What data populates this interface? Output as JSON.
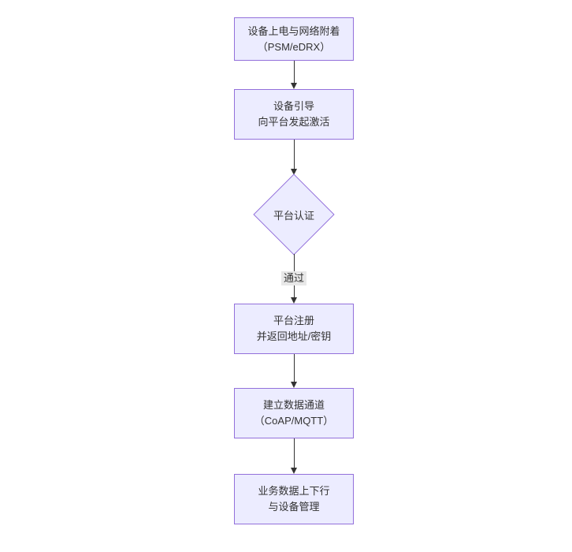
{
  "diagram": {
    "type": "flowchart",
    "direction": "top-down",
    "nodes": [
      {
        "id": "power-attach",
        "shape": "rect",
        "lines": [
          "设备上电与网络附着",
          "（PSM/eDRX）"
        ]
      },
      {
        "id": "bootstrap",
        "shape": "rect",
        "lines": [
          "设备引导",
          "向平台发起激活"
        ]
      },
      {
        "id": "platform-auth",
        "shape": "diamond",
        "lines": [
          "平台认证"
        ]
      },
      {
        "id": "platform-register",
        "shape": "rect",
        "lines": [
          "平台注册",
          "并返回地址/密钥"
        ]
      },
      {
        "id": "data-channel",
        "shape": "rect",
        "lines": [
          "建立数据通道",
          "（CoAP/MQTT）"
        ]
      },
      {
        "id": "business-data",
        "shape": "rect",
        "lines": [
          "业务数据上下行",
          "与设备管理"
        ]
      }
    ],
    "edges": [
      {
        "from": "power-attach",
        "to": "bootstrap",
        "label": ""
      },
      {
        "from": "bootstrap",
        "to": "platform-auth",
        "label": ""
      },
      {
        "from": "platform-auth",
        "to": "platform-register",
        "label": "通过"
      },
      {
        "from": "platform-register",
        "to": "data-channel",
        "label": ""
      },
      {
        "from": "data-channel",
        "to": "business-data",
        "label": ""
      }
    ],
    "colors": {
      "node_fill": "#ECECFF",
      "node_border": "#9370DB",
      "arrow": "#333333",
      "edge_label_bg": "#e8e8e8",
      "text": "#333333"
    }
  }
}
